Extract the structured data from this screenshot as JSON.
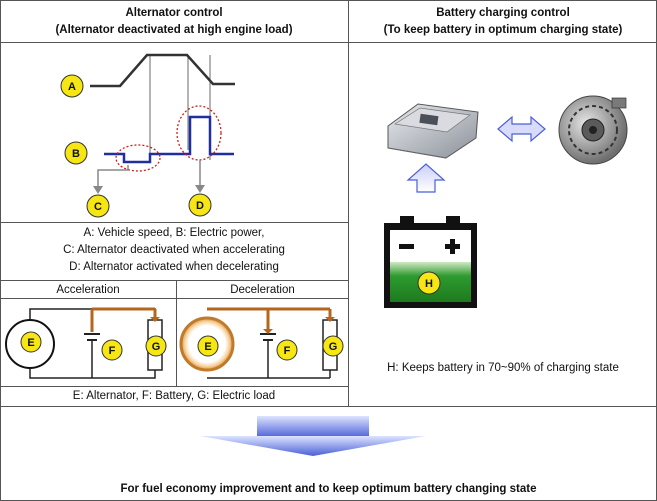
{
  "left_panel": {
    "title": "Alternator control",
    "subtitle": "(Alternator deactivated at high engine load)",
    "graph_labels": {
      "a": "A",
      "b": "B",
      "c": "C",
      "d": "D"
    },
    "legend_lines": [
      "A: Vehicle speed, B: Electric power,",
      "C: Alternator deactivated when accelerating",
      "D: Alternator activated when decelerating"
    ],
    "acceleration_label": "Acceleration",
    "deceleration_label": "Deceleration",
    "circuit_labels": {
      "e": "E",
      "f": "F",
      "g": "G"
    },
    "circuit_caption": "E: Alternator, F: Battery, G: Electric load"
  },
  "right_panel": {
    "title": "Battery charging control",
    "subtitle": "(To keep battery in optimum charging state)",
    "battery_label": "H",
    "battery_minus": "−",
    "battery_plus": "+",
    "caption": "H: Keeps battery in 70~90% of charging state"
  },
  "footer": {
    "text": "For fuel economy improvement and to keep optimum battery changing state"
  },
  "colors": {
    "badge_fill": "#f5e614",
    "signal_dark": "#333333",
    "signal_blue": "#1f2f9e",
    "highlight_red": "#cc2020",
    "current_orange": "#b5651d",
    "battery_green": "#2d9a2d",
    "arrow_blue": "#5a6fd8"
  }
}
